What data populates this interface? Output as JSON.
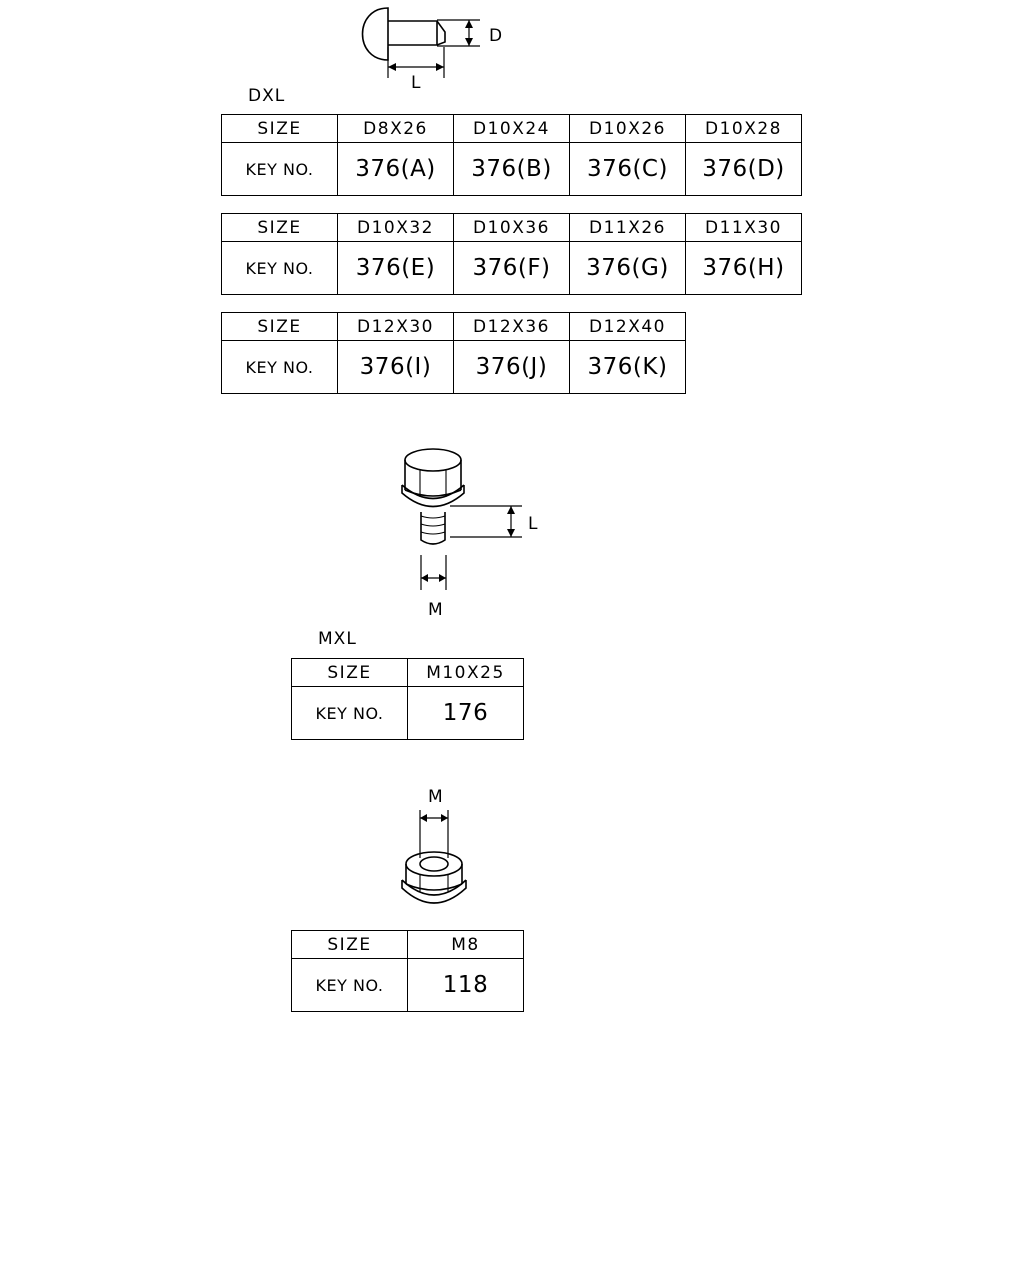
{
  "figures": {
    "rivet": {
      "label_d": "D",
      "label_l": "L"
    },
    "bolt": {
      "label_l": "L",
      "label_m": "M"
    },
    "nut": {
      "label_m": "M"
    }
  },
  "sections": {
    "dxl": {
      "caption": "DXL",
      "tables": [
        {
          "size_label": "SIZE",
          "key_label": "KEY NO.",
          "sizes": [
            "D8X26",
            "D10X24",
            "D10X26",
            "D10X28"
          ],
          "keys": [
            "376(A)",
            "376(B)",
            "376(C)",
            "376(D)"
          ]
        },
        {
          "size_label": "SIZE",
          "key_label": "KEY NO.",
          "sizes": [
            "D10X32",
            "D10X36",
            "D11X26",
            "D11X30"
          ],
          "keys": [
            "376(E)",
            "376(F)",
            "376(G)",
            "376(H)"
          ]
        },
        {
          "size_label": "SIZE",
          "key_label": "KEY NO.",
          "sizes": [
            "D12X30",
            "D12X36",
            "D12X40"
          ],
          "keys": [
            "376(I)",
            "376(J)",
            "376(K)"
          ]
        }
      ]
    },
    "mxl": {
      "caption": "MXL",
      "table": {
        "size_label": "SIZE",
        "key_label": "KEY NO.",
        "sizes": [
          "M10X25"
        ],
        "keys": [
          "176"
        ]
      }
    },
    "nut": {
      "table": {
        "size_label": "SIZE",
        "key_label": "KEY NO.",
        "sizes": [
          "M8"
        ],
        "keys": [
          "118"
        ]
      }
    }
  }
}
